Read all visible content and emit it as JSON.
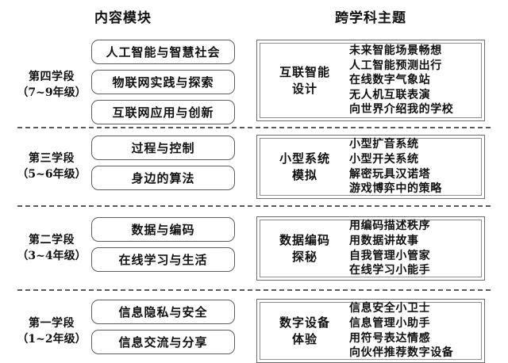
{
  "headers": {
    "modules": "内容模块",
    "themes": "跨学科主题"
  },
  "stages": [
    {
      "name": "第四学段",
      "grades": "（7~9年级）",
      "modules": [
        "人工智能与智慧社会",
        "物联网实践与探索",
        "互联网应用与创新"
      ],
      "theme": {
        "name_line1": "互联智能",
        "name_line2": "设计",
        "topics": [
          "未来智能场景畅想",
          "人工智能预测出行",
          "在线数字气象站",
          "无人机互联表演",
          "向世界介绍我的学校"
        ]
      }
    },
    {
      "name": "第三学段",
      "grades": "（5~6年级）",
      "modules": [
        "过程与控制",
        "身边的算法"
      ],
      "theme": {
        "name_line1": "小型系统",
        "name_line2": "模拟",
        "topics": [
          "小型扩音系统",
          "小型开关系统",
          "解密玩具汉诺塔",
          "游戏博弈中的策略"
        ]
      }
    },
    {
      "name": "第二学段",
      "grades": "（3~4年级）",
      "modules": [
        "数据与编码",
        "在线学习与生活"
      ],
      "theme": {
        "name_line1": "数据编码",
        "name_line2": "探秘",
        "topics": [
          "用编码描述秩序",
          "用数据讲故事",
          "自我管理小管家",
          "在线学习小能手"
        ]
      }
    },
    {
      "name": "第一学段",
      "grades": "（1~2年级）",
      "modules": [
        "信息隐私与安全",
        "信息交流与分享"
      ],
      "theme": {
        "name_line1": "数字设备",
        "name_line2": "体验",
        "topics": [
          "信息安全小卫士",
          "信息管理小助手",
          "用符号表达情感",
          "向伙伴推荐数字设备"
        ]
      }
    }
  ],
  "colors": {
    "module_border": "#5c5c5c",
    "theme_border": "#6b6b6b",
    "divider": "#5a5a5a",
    "text": "#111111",
    "background": "#ffffff"
  }
}
